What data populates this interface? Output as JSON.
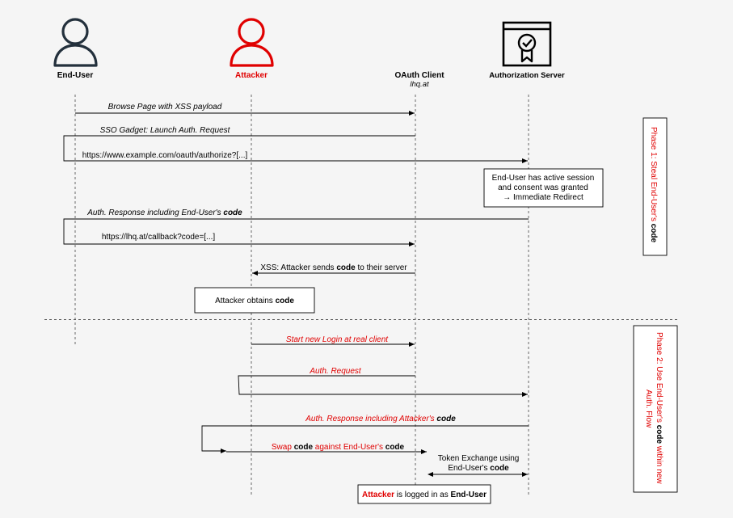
{
  "actors": {
    "end_user": {
      "name": "End-User",
      "color": "#23303c"
    },
    "attacker": {
      "name": "Attacker",
      "color": "#e00000"
    },
    "oauth_client": {
      "name": "OAuth Client",
      "host": "lhq.at"
    },
    "auth_server": {
      "name": "Authorization Server"
    }
  },
  "messages": {
    "m1": "Browse Page with XSS payload",
    "m2": "SSO Gadget: Launch Auth. Request",
    "m3": "https://www.example.com/oauth/authorize?[...]",
    "m4_pre": "Auth. Response including End-User's ",
    "m5": "https://lhq.at/callback?code=[...]",
    "m6_pre": "XSS: Attacker sends ",
    "m6_post": " to their server",
    "m7": "Start new Login at real client",
    "m8": "Auth. Request",
    "m9_pre": "Auth. Response including Attacker's ",
    "m10_pre": "Swap ",
    "m10_mid": " against End-User's ",
    "m11_line1": "Token Exchange using",
    "m11_line2_pre": "End-User's "
  },
  "keyword": "code",
  "notes": {
    "session_line1": "End-User has active session",
    "session_line2": "and consent was granted",
    "session_line3": "→ Immediate Redirect",
    "obtains_pre": "Attacker obtains ",
    "logged_in_actor": "Attacker",
    "logged_in_mid": " is logged in as ",
    "logged_in_target": "End-User"
  },
  "phases": {
    "phase1_pre": "Phase 1: Steal End-User's ",
    "phase2_line1_pre": "Phase 2: Use End-User's ",
    "phase2_line1_post": " within new",
    "phase2_line2": "Auth. Flow"
  },
  "colors": {
    "accent": "#e00000",
    "text": "#000000",
    "background": "#f5f5f5"
  }
}
